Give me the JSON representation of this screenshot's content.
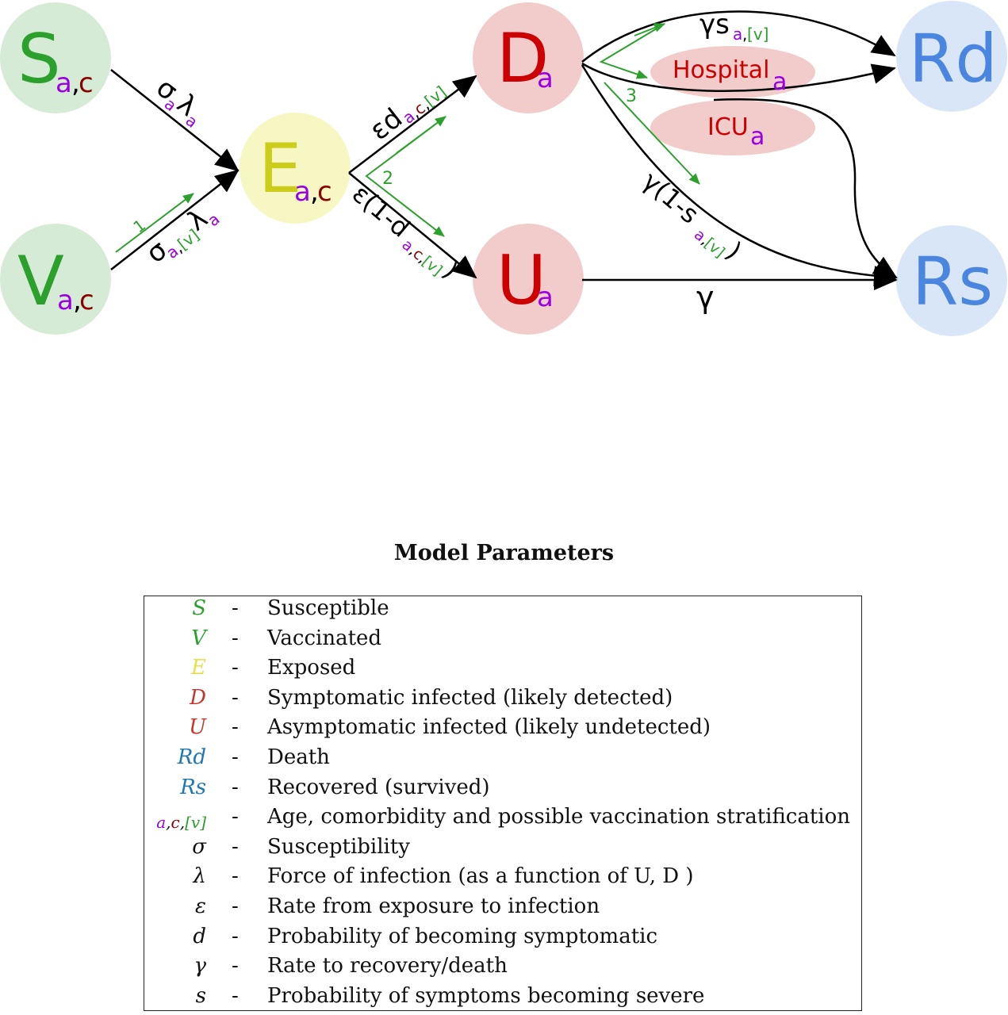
{
  "colors": {
    "green_node": "#d5ebd5",
    "yellow_node": "#f7f7c4",
    "red_node": "#f2cbcb",
    "blue_node": "#d9e6f7",
    "green_letter": "#2ca02c",
    "yellow_letter": "#cccc1a",
    "red_letter": "#cc0000",
    "blue_letter": "#4a86e0",
    "purple_sub": "#9a00e0",
    "maroon_sub": "#8b0000",
    "green_annot": "#2ca02c"
  },
  "nodes": {
    "S": {
      "letter": "S",
      "sub1": "a",
      "sep": ",",
      "sub2": "c"
    },
    "V": {
      "letter": "V",
      "sub1": "a",
      "sep": ",",
      "sub2": "c"
    },
    "E": {
      "letter": "E",
      "sub1": "a",
      "sep": ",",
      "sub2": "c"
    },
    "D": {
      "letter": "D",
      "sub1": "a"
    },
    "U": {
      "letter": "U",
      "sub1": "a"
    },
    "Rd": {
      "letter": "Rd"
    },
    "Rs": {
      "letter": "Rs"
    },
    "hospital": {
      "label": "Hospital",
      "sub": "a"
    },
    "icu": {
      "label": "ICU",
      "sub": "a"
    }
  },
  "edge_labels": {
    "s_to_e": {
      "main1": "σ",
      "sub1": "a",
      "main2": "λ",
      "sub2": "a"
    },
    "v_to_e": {
      "main1": "σ",
      "sub1a": "a",
      "sep": ",",
      "sub1b": "[v]",
      "main2": "λ",
      "sub2": "a"
    },
    "e_to_d": {
      "main": "εd",
      "sub_a": "a",
      "sep1": ",",
      "sub_c": "c",
      "sep2": ",",
      "sub_v": "[v]"
    },
    "e_to_u": {
      "main": "ε(1-d",
      "sub_a": "a",
      "sep1": ",",
      "sub_c": "c",
      "sep2": ",",
      "sub_v": "[v]",
      "close": ")"
    },
    "d_to_rd": {
      "main": "γs",
      "sub_a": "a",
      "sep": ",",
      "sub_v": "[v]"
    },
    "d_to_rs": {
      "main": "γ(1-s",
      "sub_a": "a",
      "sep": ",",
      "sub_v": "[v]",
      "close": ")"
    },
    "u_to_rs": {
      "main": "γ"
    }
  },
  "annotations": {
    "one": "1",
    "two": "2",
    "three": "3"
  },
  "legend": {
    "title": "Model Parameters",
    "dash": "-",
    "rows": [
      {
        "symbol": "S",
        "color": "#2ca02c",
        "description": "Susceptible"
      },
      {
        "symbol": "V",
        "color": "#2ca02c",
        "description": "Vaccinated"
      },
      {
        "symbol": "E",
        "color": "#e8e04a",
        "description": "Exposed"
      },
      {
        "symbol": "D",
        "color": "#c0392b",
        "description": "Symptomatic infected (likely detected)"
      },
      {
        "symbol": "U",
        "color": "#c0392b",
        "description": "Asymptomatic infected (likely undetected)"
      },
      {
        "symbol": "Rd",
        "color": "#1f77b4",
        "description": "Death"
      },
      {
        "symbol": "Rs",
        "color": "#1f77b4",
        "description": "Recovered (survived)"
      },
      {
        "symbol": "a,c,[v]",
        "color": "#9a00e0",
        "description": "Age, comorbidity and possible vaccination stratification"
      },
      {
        "symbol": "σ",
        "color": "#111111",
        "description": "Susceptibility"
      },
      {
        "symbol": "λ",
        "color": "#111111",
        "description": "Force of infection (as a function of U, D )"
      },
      {
        "symbol": "ε",
        "color": "#111111",
        "description": "Rate from exposure to infection"
      },
      {
        "symbol": "d",
        "color": "#111111",
        "description": "Probability of becoming symptomatic"
      },
      {
        "symbol": "γ",
        "color": "#111111",
        "description": "Rate to recovery/death"
      },
      {
        "symbol": "s",
        "color": "#111111",
        "description": "Probability of symptoms becoming severe"
      }
    ],
    "stratification": {
      "a": "a",
      "sep1": ",",
      "c": "c",
      "sep2": ",",
      "v": "[v]"
    }
  }
}
